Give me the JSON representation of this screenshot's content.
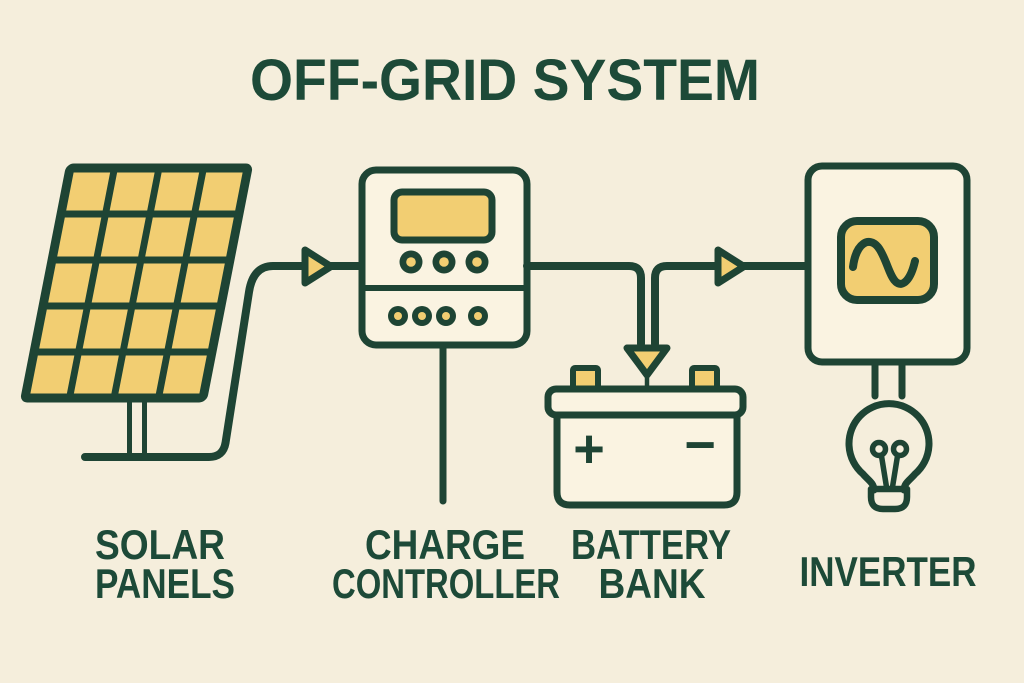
{
  "title": "OFF-GRID SYSTEM",
  "palette": {
    "background": "#f5eedc",
    "ink_text": "#1d4a38",
    "line_green": "#1e4434",
    "accent_yellow": "#f2ce72",
    "box_fill": "#faf3e1"
  },
  "icons": {
    "arrow_right": "▶",
    "arrow_down": "▼",
    "sine_wave": "∿",
    "light_bulb": "💡",
    "solar_panel": "grid-of-cells",
    "battery": "box-with-terminals"
  },
  "components": {
    "solar_panels": {
      "label_line1": "SOLAR",
      "label_line2": "PANELS"
    },
    "charge_controller": {
      "label_line1": "CHARGE",
      "label_line2": "CONTROLLER"
    },
    "battery_bank": {
      "label_line1": "BATTERY",
      "label_line2": "BANK",
      "positive_terminal": "+",
      "negative_terminal": "−"
    },
    "inverter": {
      "label": "INVERTER"
    }
  }
}
